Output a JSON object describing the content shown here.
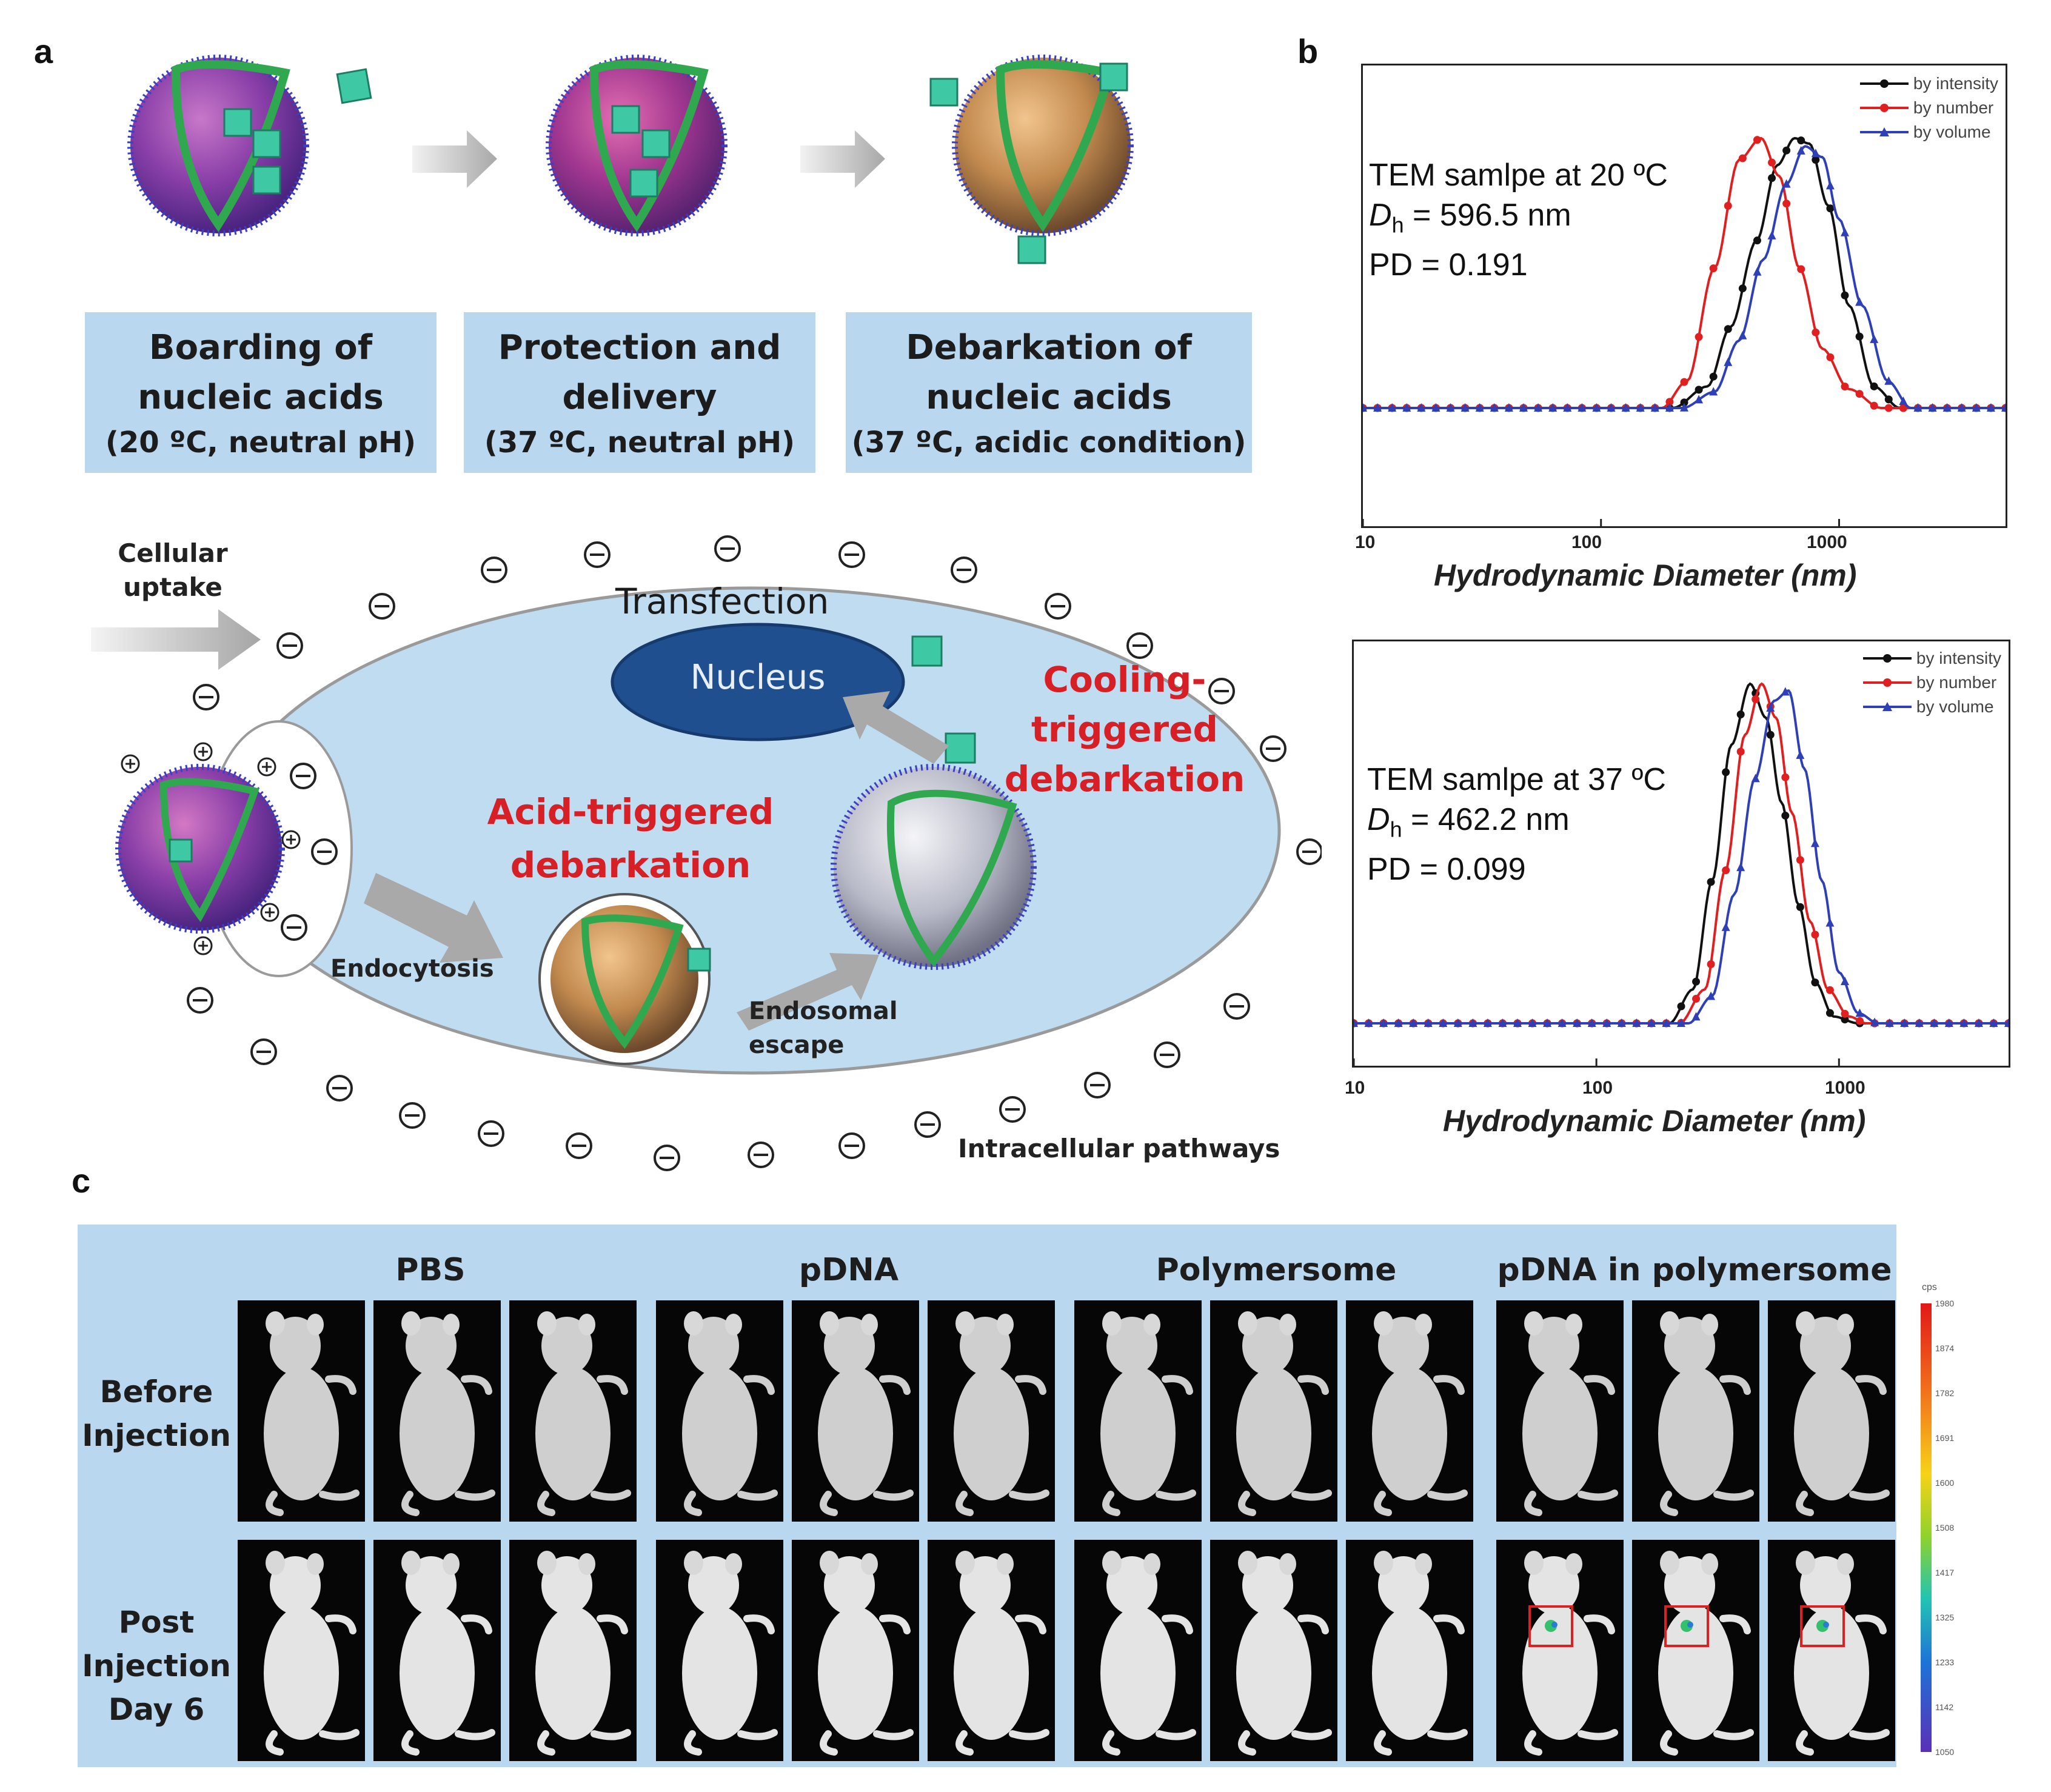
{
  "panels": {
    "a": "a",
    "b": "b",
    "c": "c"
  },
  "panel_a": {
    "stages": [
      {
        "title_line1": "Boarding of",
        "title_line2": "nucleic acids",
        "condition": "(20 ºC, neutral pH)"
      },
      {
        "title_line1": "Protection and",
        "title_line2": "delivery",
        "condition": "(37 ºC, neutral pH)"
      },
      {
        "title_line1": "Debarkation of",
        "title_line2": "nucleic acids",
        "condition": "(37 ºC, acidic condition)"
      }
    ],
    "cellular_uptake_line1": "Cellular",
    "cellular_uptake_line2": "uptake",
    "transfection": "Transfection",
    "nucleus": "Nucleus",
    "cooling_line1": "Cooling-",
    "cooling_line2": "triggered",
    "cooling_line3": "debarkation",
    "acid_line1": "Acid-triggered",
    "acid_line2": "debarkation",
    "endocytosis": "Endocytosis",
    "endosomal_line1": "Endosomal",
    "endosomal_line2": "escape",
    "intracellular": "Intracellular pathways",
    "colors": {
      "cell": "#bfdcf1",
      "nucleus": "#1f4f8f",
      "shell_green": "#2fa84f",
      "cargo": "#3ec9a4",
      "red_text": "#d71f26"
    }
  },
  "chart_data": [
    {
      "type": "line",
      "xscale": "log",
      "xlim": [
        10,
        5000
      ],
      "xlabel": "Hydrodynamic Diameter (nm)",
      "xticks": [
        "10",
        "100",
        "1000"
      ],
      "annotation": {
        "line1": "TEM samlpe at 20 ºC",
        "dh_label": "D",
        "dh_sub": "h",
        "dh_value": " = 596.5 nm",
        "pd": "PD = 0.191"
      },
      "legend_position": "top-right",
      "series": [
        {
          "name": "by intensity",
          "color": "#111111",
          "marker": "circle",
          "x": [
            10,
            200,
            280,
            350,
            450,
            550,
            650,
            750,
            900,
            1100,
            1400,
            1800,
            5000
          ],
          "y": [
            0,
            0,
            0.08,
            0.3,
            0.62,
            0.9,
            1.0,
            0.98,
            0.75,
            0.38,
            0.08,
            0,
            0
          ]
        },
        {
          "name": "by number",
          "color": "#e02020",
          "marker": "circle",
          "x": [
            10,
            180,
            230,
            300,
            380,
            470,
            560,
            680,
            850,
            1100,
            1500,
            2000,
            5000
          ],
          "y": [
            0,
            0,
            0.1,
            0.52,
            0.92,
            1.0,
            0.86,
            0.52,
            0.22,
            0.07,
            0,
            0,
            0
          ]
        },
        {
          "name": "by volume",
          "color": "#2f3fb5",
          "marker": "triangle",
          "x": [
            10,
            220,
            300,
            380,
            480,
            600,
            720,
            850,
            1000,
            1250,
            1600,
            2000,
            5000
          ],
          "y": [
            0,
            0,
            0.06,
            0.25,
            0.55,
            0.83,
            0.97,
            0.93,
            0.7,
            0.38,
            0.1,
            0,
            0
          ]
        }
      ]
    },
    {
      "type": "line",
      "xscale": "log",
      "xlim": [
        10,
        5000
      ],
      "xlabel": "Hydrodynamic Diameter (nm)",
      "xticks": [
        "10",
        "100",
        "1000"
      ],
      "annotation": {
        "line1": "TEM samlpe at 37 ºC",
        "dh_label": "D",
        "dh_sub": "h",
        "dh_value": " = 462.2 nm",
        "pd": "PD = 0.099"
      },
      "legend_position": "top-right",
      "series": [
        {
          "name": "by intensity",
          "color": "#111111",
          "marker": "circle",
          "x": [
            10,
            200,
            250,
            300,
            360,
            430,
            500,
            580,
            680,
            800,
            950,
            1200,
            5000
          ],
          "y": [
            0,
            0,
            0.1,
            0.42,
            0.82,
            1.0,
            0.9,
            0.65,
            0.35,
            0.12,
            0.02,
            0,
            0
          ]
        },
        {
          "name": "by number",
          "color": "#e02020",
          "marker": "circle",
          "x": [
            10,
            220,
            280,
            340,
            410,
            480,
            550,
            640,
            760,
            900,
            1100,
            1300,
            5000
          ],
          "y": [
            0,
            0,
            0.1,
            0.45,
            0.85,
            1.0,
            0.9,
            0.62,
            0.3,
            0.1,
            0.02,
            0,
            0
          ]
        },
        {
          "name": "by volume",
          "color": "#2f3fb5",
          "marker": "triangle",
          "x": [
            10,
            240,
            300,
            370,
            450,
            540,
            620,
            720,
            850,
            1000,
            1200,
            1450,
            5000
          ],
          "y": [
            0,
            0,
            0.08,
            0.38,
            0.72,
            0.95,
            0.98,
            0.75,
            0.42,
            0.15,
            0.03,
            0,
            0
          ]
        }
      ]
    }
  ],
  "panel_c": {
    "groups": [
      "PBS",
      "pDNA",
      "Polymersome",
      "pDNA in polymersome"
    ],
    "row_before_line1": "Before",
    "row_before_line2": "Injection",
    "row_post_line1": "Post",
    "row_post_line2": "Injection",
    "row_post_line3": "Day 6",
    "colorbar_unit": "cps",
    "colorbar_ticks": [
      "1980",
      "1874",
      "1782",
      "1691",
      "1600",
      "1508",
      "1417",
      "1325",
      "1233",
      "1142",
      "1050"
    ]
  }
}
